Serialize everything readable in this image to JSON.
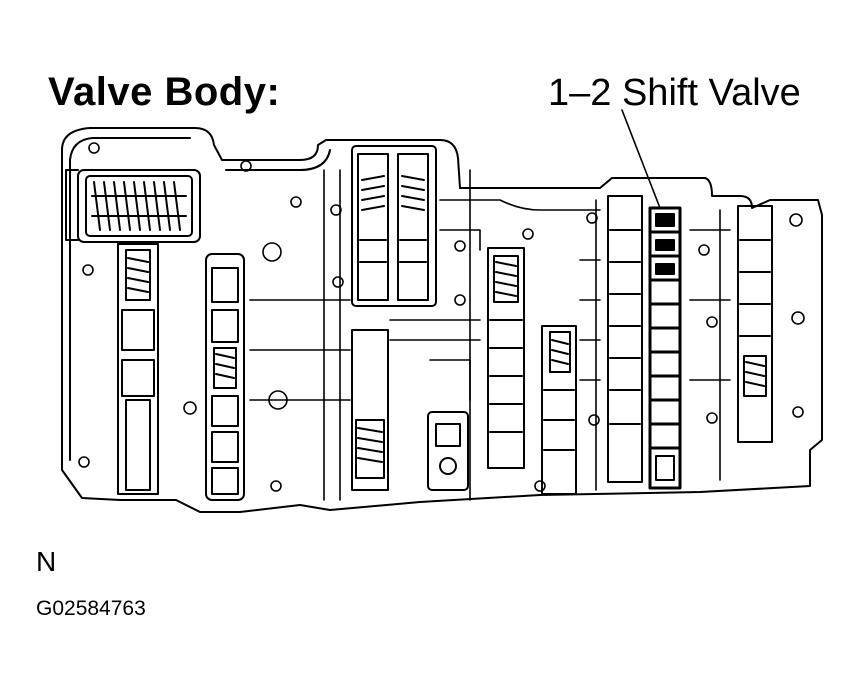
{
  "diagram": {
    "title": "Valve Body:",
    "callout_label": "1–2 Shift Valve",
    "corner_mark": "N",
    "figure_id": "G02584763"
  },
  "colors": {
    "line": "#000000",
    "background": "#ffffff",
    "highlight_fill": "#000000"
  }
}
